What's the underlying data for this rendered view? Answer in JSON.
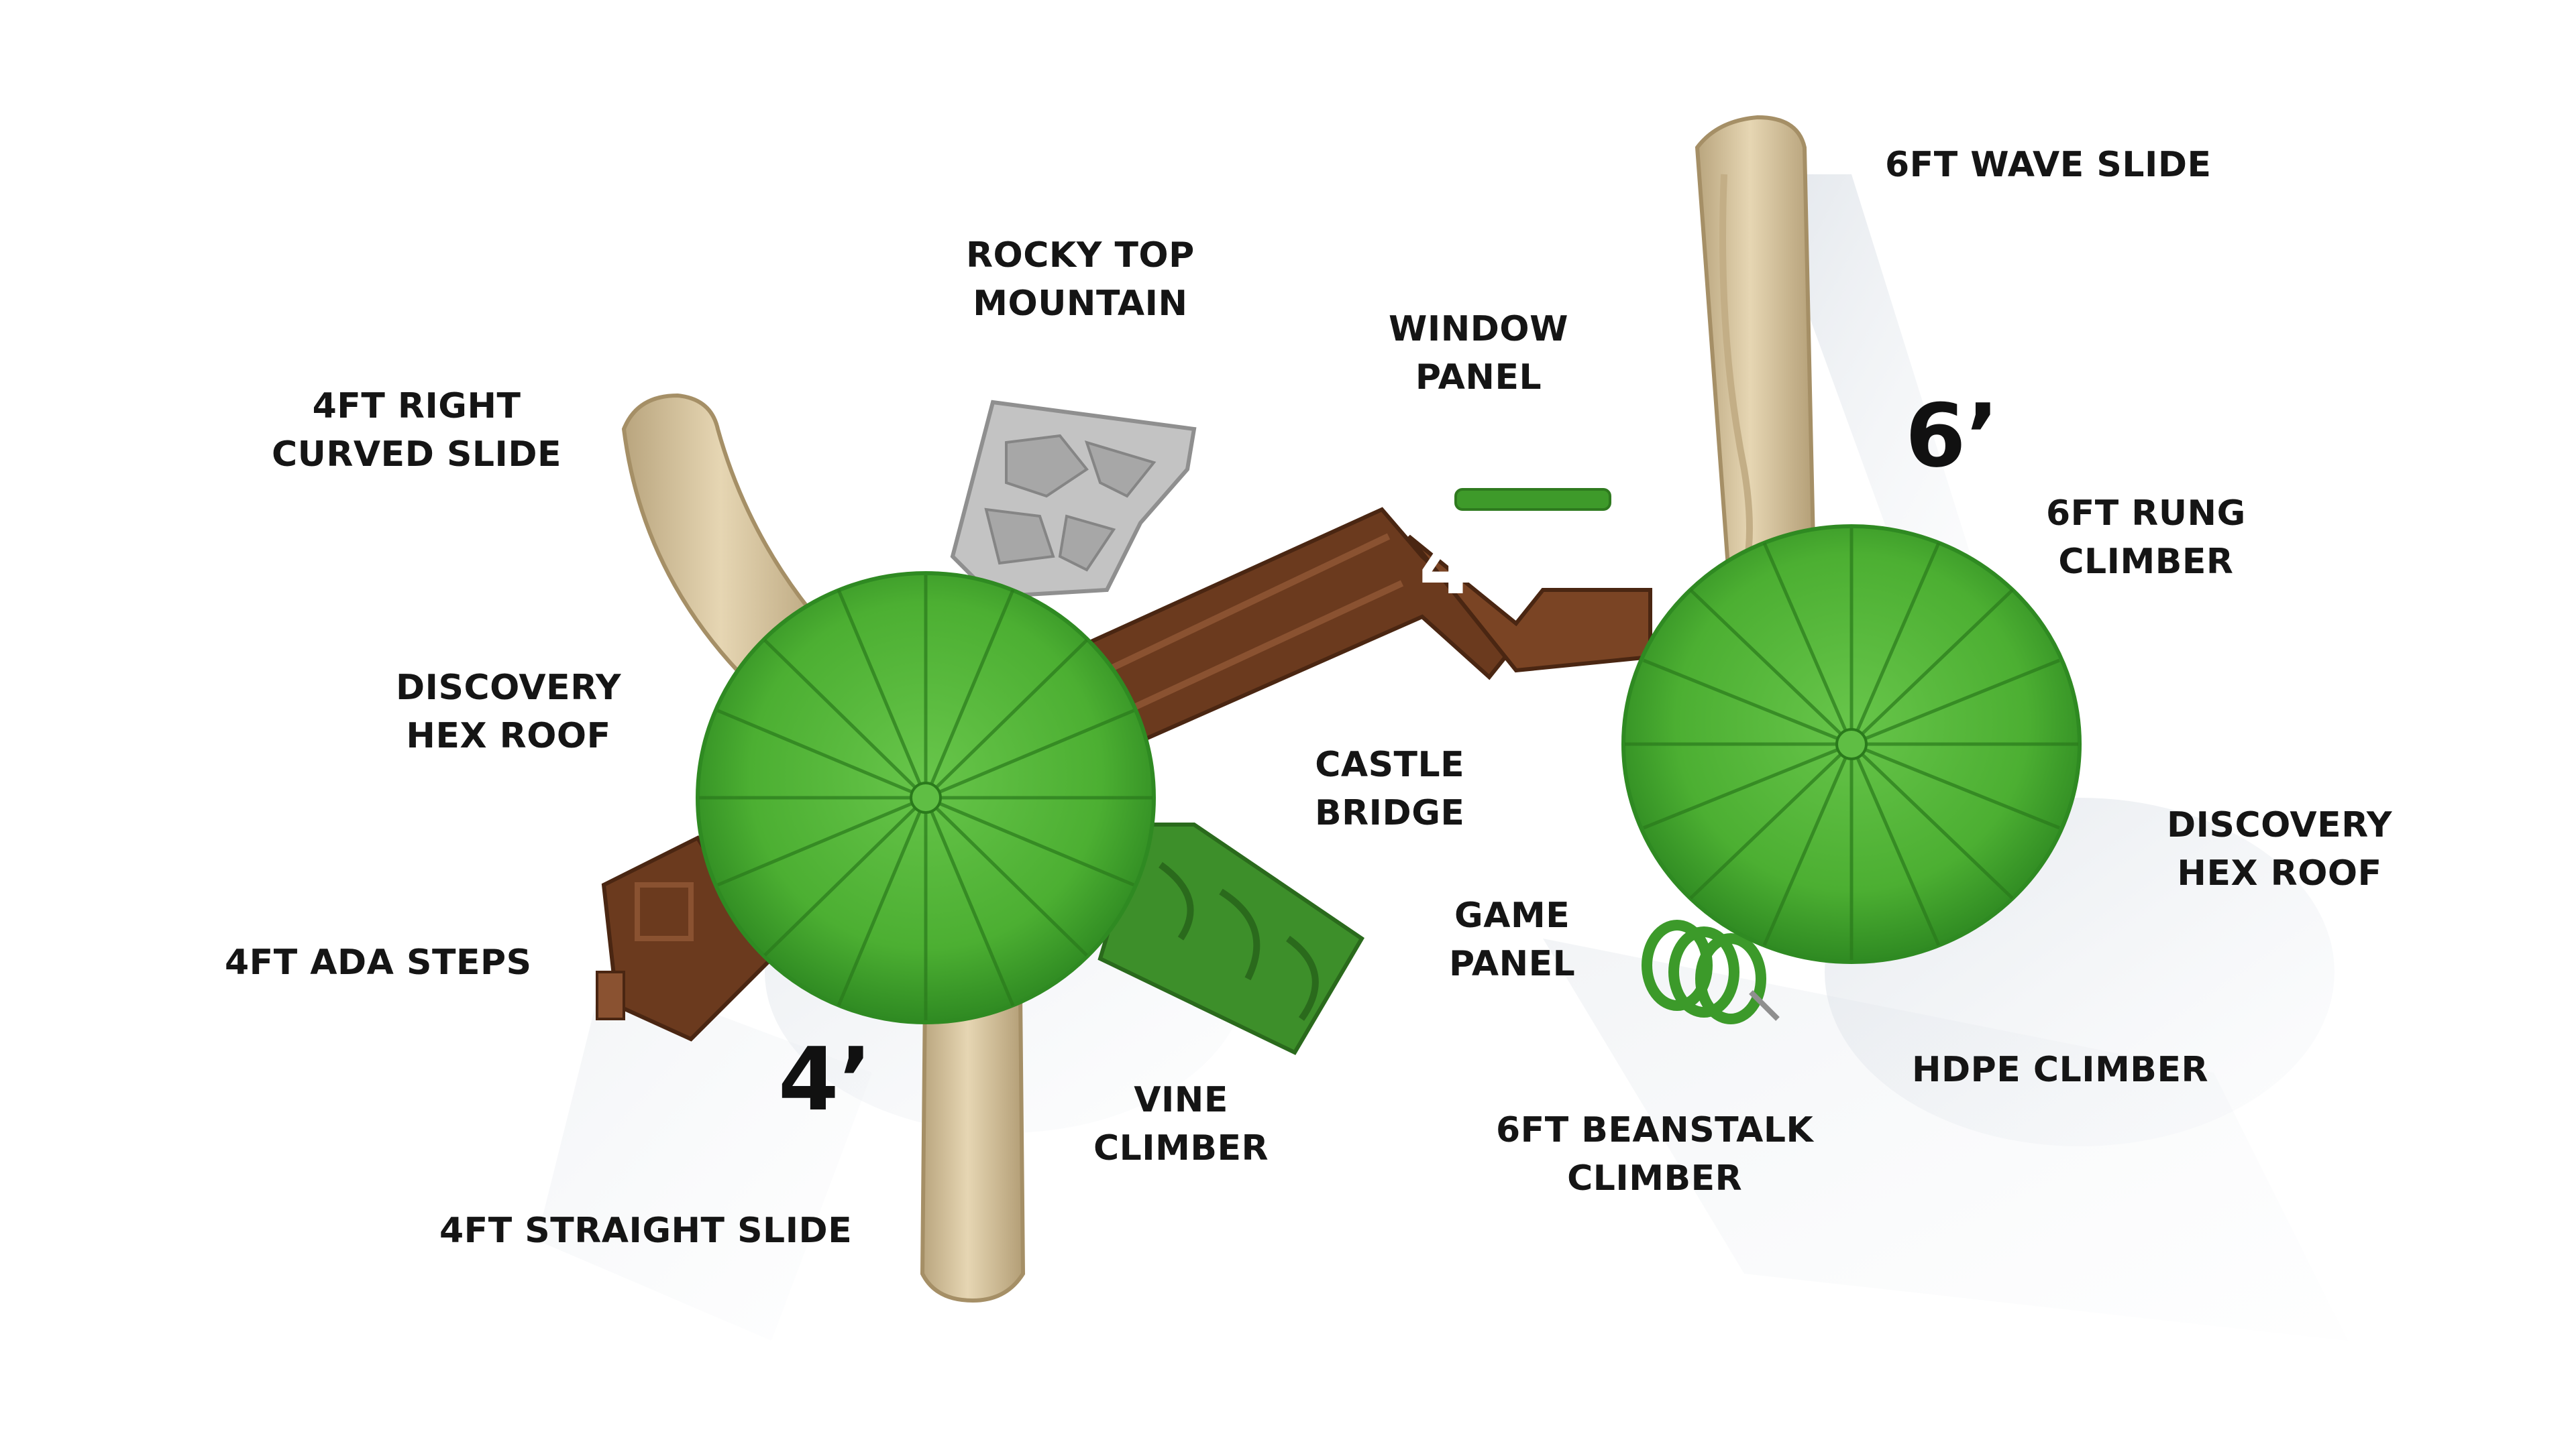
{
  "labels": {
    "wave_slide": [
      "6FT WAVE SLIDE"
    ],
    "rocky_top": [
      "ROCKY TOP",
      "MOUNTAIN"
    ],
    "window_panel": [
      "WINDOW",
      "PANEL"
    ],
    "right_curved_slide": [
      "4FT RIGHT",
      "CURVED SLIDE"
    ],
    "rung_climber": [
      "6FT RUNG",
      "CLIMBER"
    ],
    "hex_roof_left": [
      "DISCOVERY",
      "HEX ROOF"
    ],
    "castle_bridge": [
      "CASTLE",
      "BRIDGE"
    ],
    "hex_roof_right": [
      "DISCOVERY",
      "HEX ROOF"
    ],
    "game_panel": [
      "GAME",
      "PANEL"
    ],
    "ada_steps": [
      "4FT ADA STEPS"
    ],
    "hdpe_climber": [
      "HDPE CLIMBER"
    ],
    "vine_climber": [
      "VINE",
      "CLIMBER"
    ],
    "beanstalk_climber": [
      "6FT BEANSTALK",
      "CLIMBER"
    ],
    "straight_slide": [
      "4FT STRAIGHT SLIDE"
    ]
  },
  "heights": {
    "six_right": "6’",
    "four_bridge": "4’",
    "four_left": "4’"
  },
  "colors": {
    "roof_green": "#4caf32",
    "roof_dark": "#2f8a22",
    "slide_tan": "#d9c7a2",
    "deck_brown": "#6b3a1e",
    "rock_gray": "#bdbdbd",
    "label_text": "#151515"
  }
}
